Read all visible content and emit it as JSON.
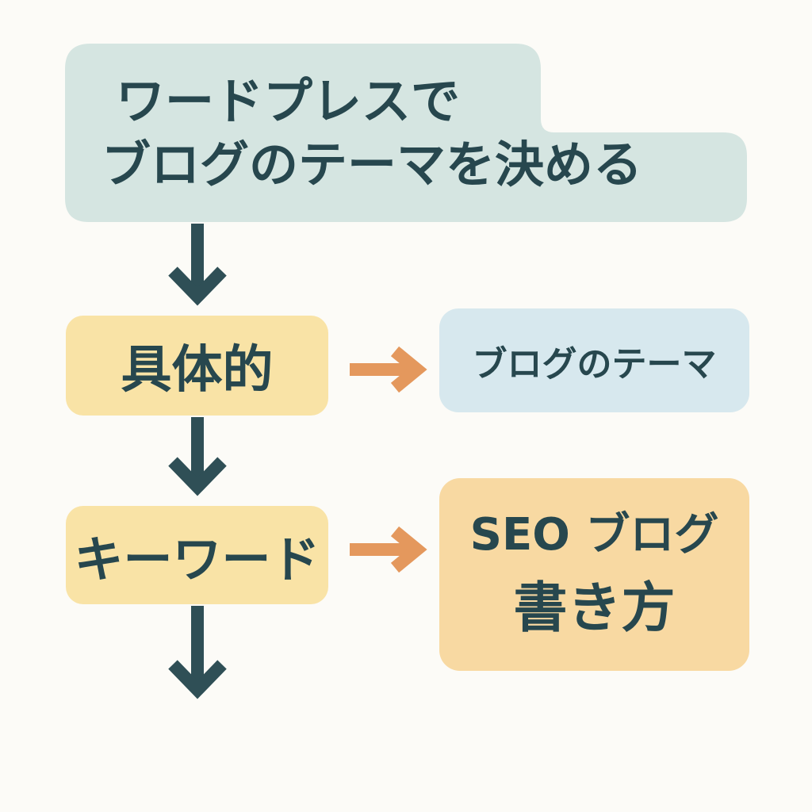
{
  "title_node": {
    "line1": "ワードプレスで",
    "line2": "ブログのテーマを決める"
  },
  "left_nodes": [
    {
      "label": "具体的"
    },
    {
      "label": "キーワード"
    }
  ],
  "right_nodes": [
    {
      "label": "ブログのテーマ"
    },
    {
      "line1": "SEO ブログ",
      "line2": "書き方"
    }
  ],
  "colors": {
    "background": "#fcfbf7",
    "title_fill": "#d5e5e1",
    "left_fill": "#f9e3a6",
    "right_top_fill": "#d7e8ee",
    "right_bottom_fill": "#f8d9a2",
    "text": "#27474e",
    "down_arrow": "#2f4f56",
    "side_arrow": "#e4985d"
  }
}
